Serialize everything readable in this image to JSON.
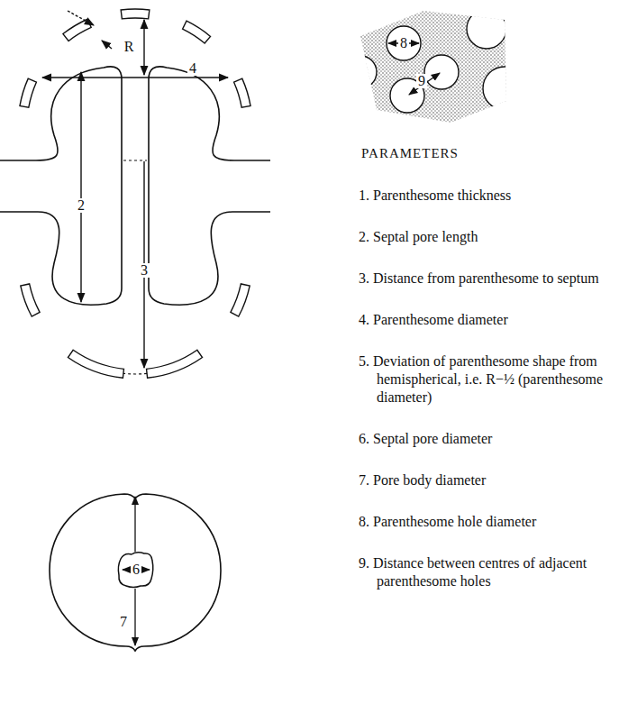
{
  "diagram": {
    "title": "PARAMETERS",
    "labels": [
      "R",
      "4",
      "2",
      "3",
      "8",
      "9",
      "6",
      "7",
      "1. Parenthesome thickness",
      "2. Septal pore length",
      "3. Distance from parenthesome to septum",
      "4. Parenthesome diameter",
      "5. Deviation of parenthesome shape from hemispherical, i.e. R−½ (parenthesome diameter)",
      "6. Septal pore diameter",
      "7. Pore body diameter",
      "8. Parenthesome hole diameter",
      "9. Distance between centres of adjacent parenthesome holes"
    ]
  }
}
